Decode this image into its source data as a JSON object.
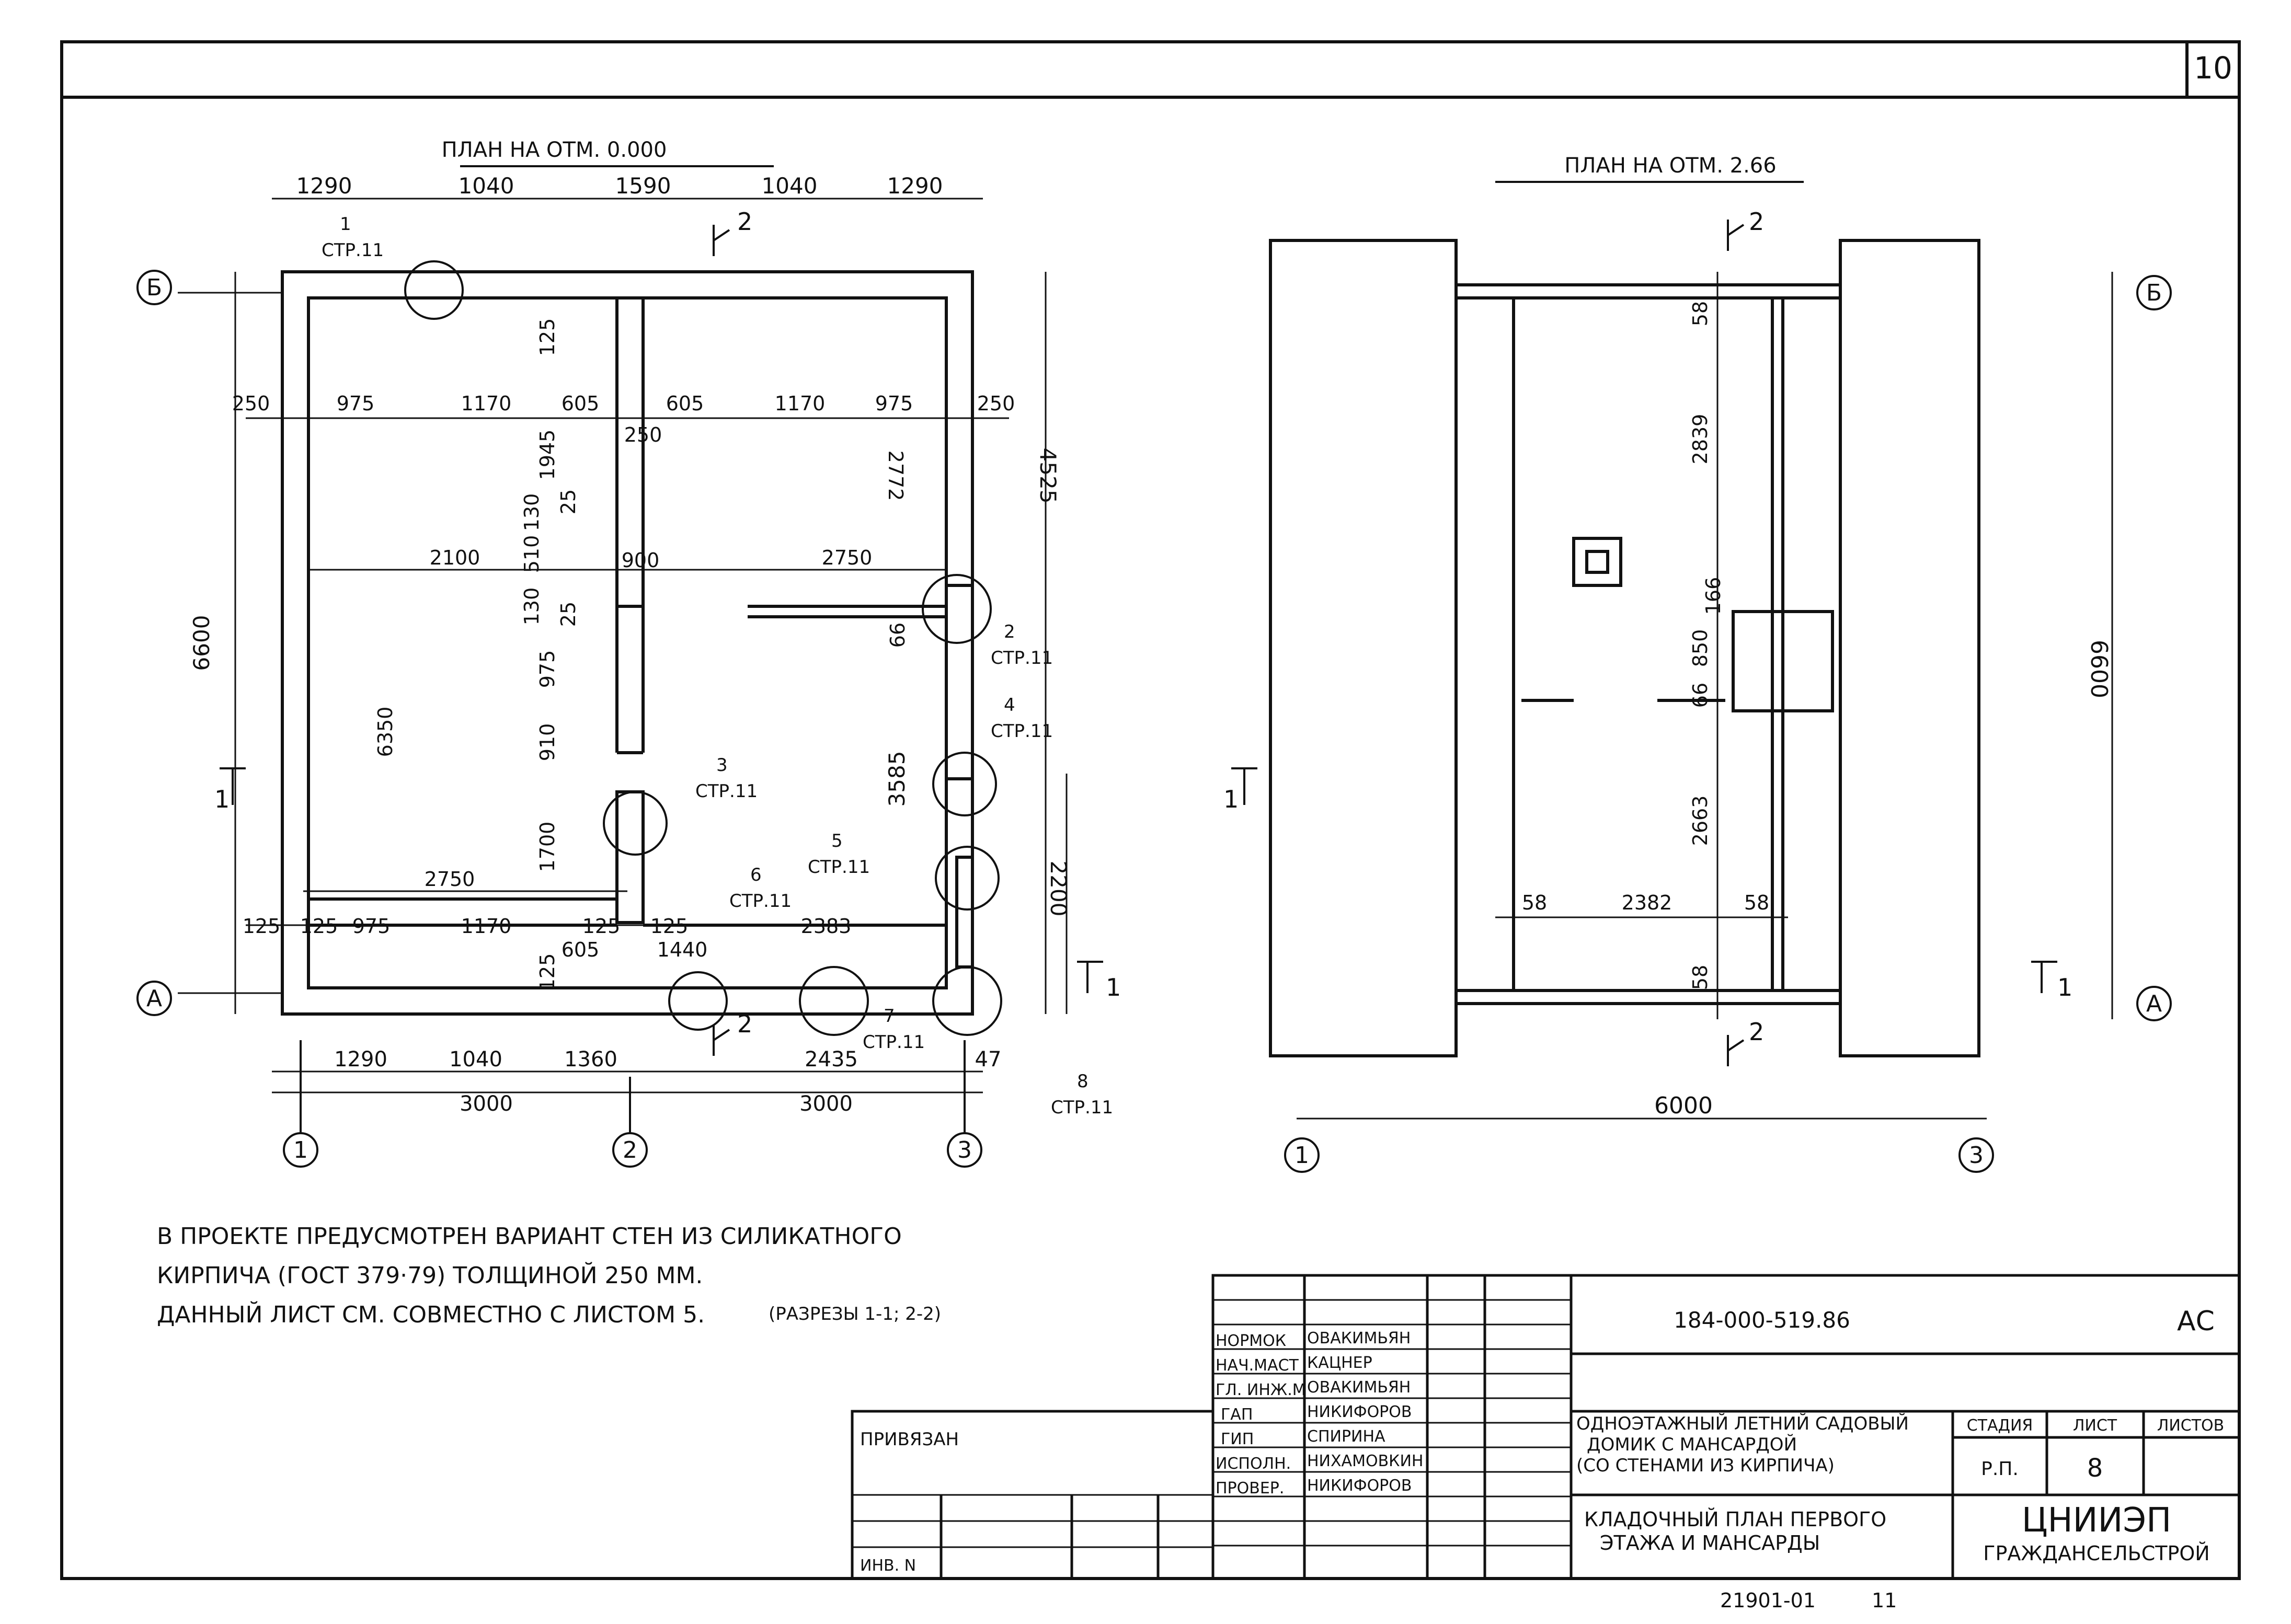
{
  "sheet": {
    "number": "10"
  },
  "plan1": {
    "title": "ПЛАН НА ОТМ. 0.000",
    "top_dims": [
      "1290",
      "1040",
      "1590",
      "1040",
      "1290"
    ],
    "interior_dims": [
      "250",
      "975",
      "1170",
      "605",
      "605",
      "1170",
      "975",
      "250"
    ],
    "bottom_dims_row1": [
      "1290",
      "1040",
      "1360",
      "2435",
      "47"
    ],
    "bottom_dims_row2": [
      "3000",
      "3000"
    ],
    "left_dim": "6600",
    "right_dims": [
      "4525",
      "3585",
      "2200"
    ],
    "inner_dims": [
      "2100",
      "900",
      "2750",
      "6350",
      "2750",
      "1945",
      "2772",
      "975",
      "910",
      "1700",
      "125",
      "125",
      "975",
      "1170",
      "125",
      "605",
      "125",
      "2383",
      "1440",
      "130",
      "510",
      "130",
      "25",
      "25",
      "250",
      "66",
      "125",
      "125"
    ],
    "axes": {
      "rows": [
        "Б",
        "А"
      ],
      "cols": [
        "1",
        "2",
        "3"
      ]
    },
    "section_marks": [
      "1",
      "1",
      "2",
      "2"
    ],
    "callouts": [
      {
        "num": "1",
        "ref": "СТР.11"
      },
      {
        "num": "2",
        "ref": "СТР.11"
      },
      {
        "num": "3",
        "ref": "СТР.11"
      },
      {
        "num": "4",
        "ref": "СТР.11"
      },
      {
        "num": "5",
        "ref": "СТР.11"
      },
      {
        "num": "6",
        "ref": "СТР.11"
      },
      {
        "num": "7",
        "ref": "СТР.11"
      },
      {
        "num": "8",
        "ref": "СТР.11"
      }
    ]
  },
  "plan2": {
    "title": "ПЛАН НА ОТМ. 2.66",
    "dims": [
      "58",
      "2839",
      "166",
      "66",
      "850",
      "2663",
      "58",
      "2382",
      "58",
      "58",
      "6600",
      "6000"
    ],
    "axes": {
      "rows": [
        "Б",
        "А"
      ],
      "cols": [
        "1",
        "3"
      ]
    },
    "section_marks": [
      "1",
      "1",
      "2",
      "2"
    ]
  },
  "notes": {
    "line1": "В ПРОЕКТЕ ПРЕДУСМОТРЕН ВАРИАНТ СТЕН ИЗ СИЛИКАТНОГО",
    "line2": "КИРПИЧА (ГОСТ 379·79) ТОЛЩИНОЙ  250 ММ.",
    "line3": "ДАННЫЙ ЛИСТ СМ. СОВМЕСТНО С ЛИСТОМ 5.",
    "line3_small": "(РАЗРЕЗЫ 1-1; 2-2)"
  },
  "title_block": {
    "doc_code": "184-000-519.86",
    "mark": "АС",
    "bound_label": "ПРИВЯЗАН",
    "inv_label": "ИНВ. N",
    "staff": [
      {
        "role": "НОРМОК",
        "name": "ОВАКИМЬЯН"
      },
      {
        "role": "НАЧ.МАСТ",
        "name": "КАЦНЕР"
      },
      {
        "role": "ГЛ. ИНЖ.М",
        "name": "ОВАКИМЬЯН"
      },
      {
        "role": "ГАП",
        "name": "НИКИФОРОВ"
      },
      {
        "role": "ГИП",
        "name": "СПИРИНА"
      },
      {
        "role": "ИСПОЛН.",
        "name": "НИХАМОВКИН"
      },
      {
        "role": "ПРОВЕР.",
        "name": "НИКИФОРОВ"
      }
    ],
    "project_title": [
      "ОДНОЭТАЖНЫЙ ЛЕТНИЙ САДОВЫЙ",
      "ДОМИК С МАНСАРДОЙ",
      "(СО СТЕНАМИ ИЗ КИРПИЧА)"
    ],
    "stage_header": "СТАДИЯ",
    "sheet_header": "ЛИСТ",
    "sheets_header": "ЛИСТОВ",
    "stage": "Р.П.",
    "sheet": "8",
    "sheet_title": [
      "КЛАДОЧНЫЙ ПЛАН ПЕРВОГО",
      "ЭТАЖА И МАНСАРДЫ"
    ],
    "org": [
      "ЦНИИЭП",
      "ГРАЖДАНСЕЛЬСТРОЙ"
    ],
    "footer": [
      "21901-01",
      "11"
    ]
  }
}
